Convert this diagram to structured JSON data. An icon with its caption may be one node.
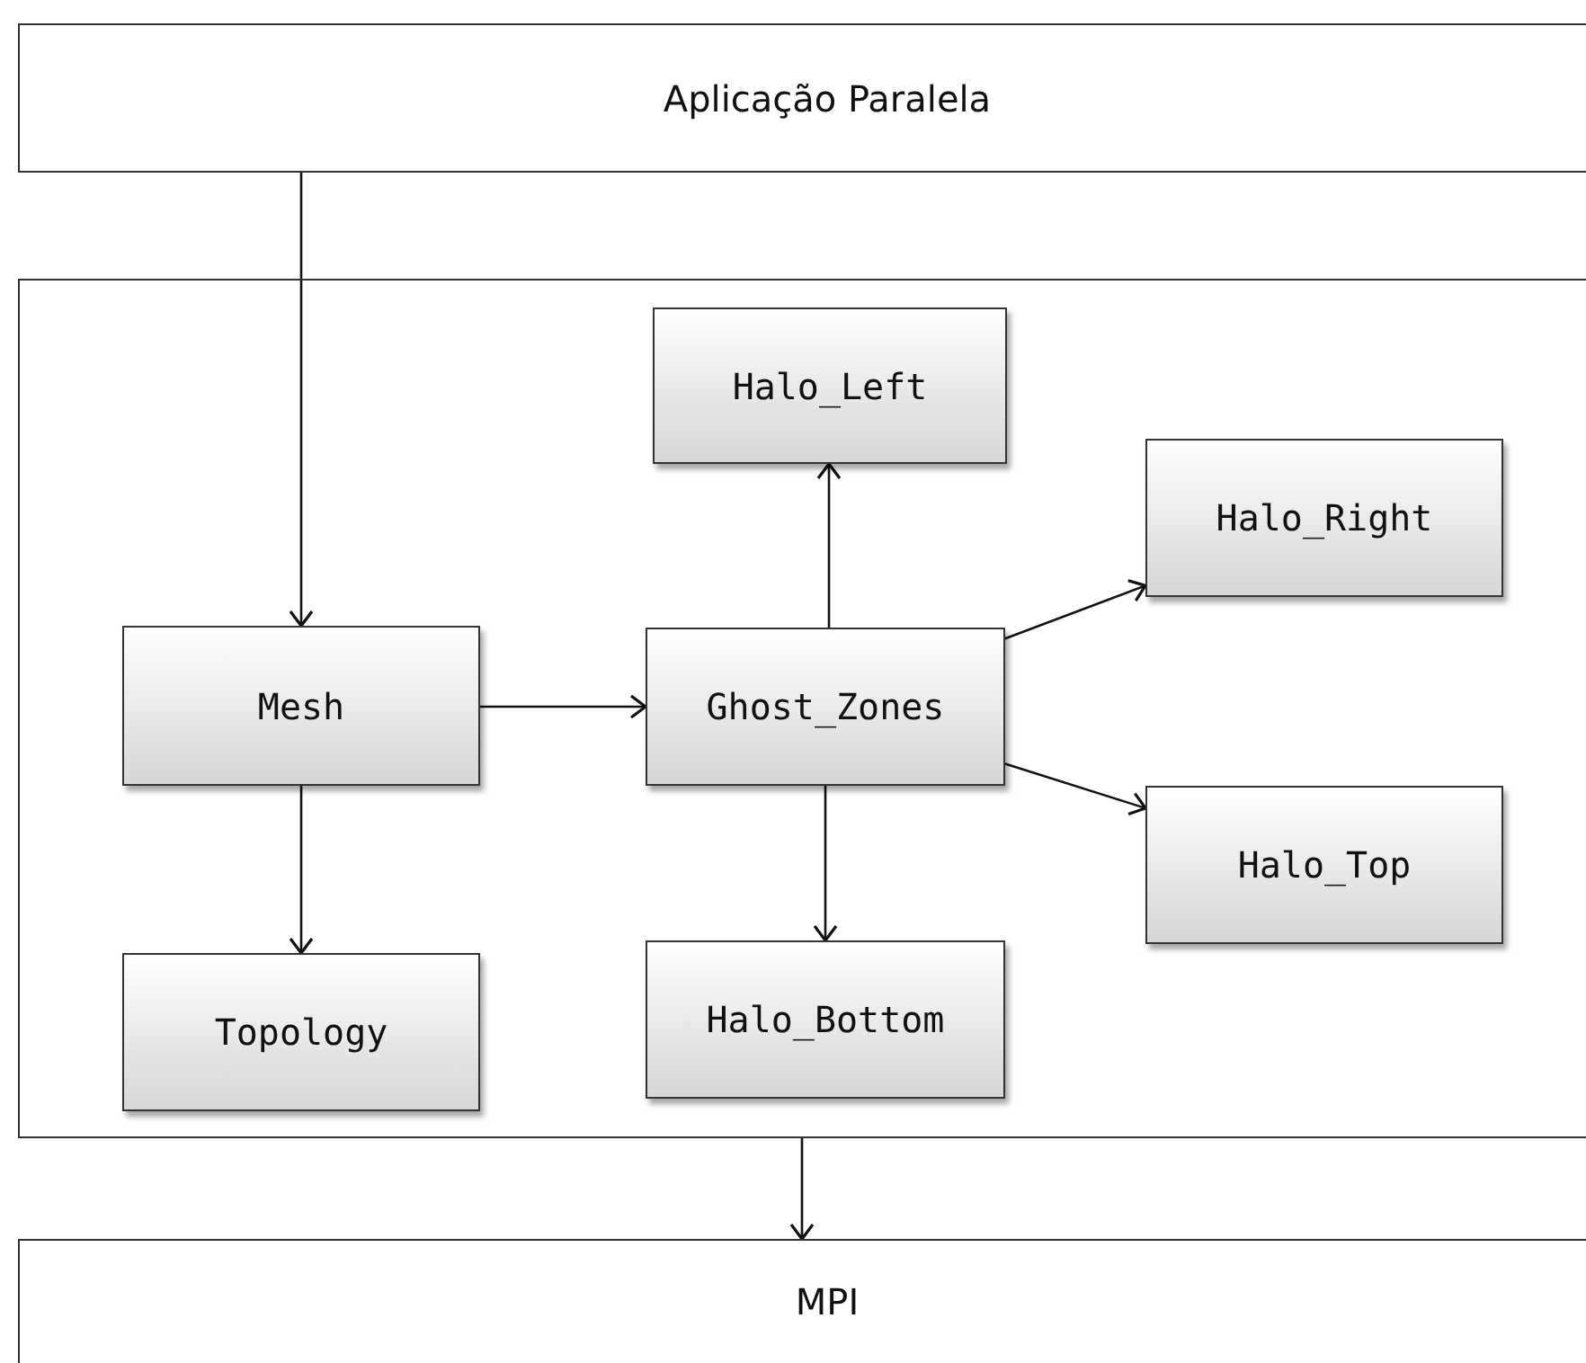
{
  "diagram": {
    "nodes": [
      {
        "text": [
          "Aplicação Paralela"
        ]
      },
      {
        "text": [],
        "shape": "box"
      },
      {
        "text": [
          "Halo_Left"
        ],
        "in": 1
      },
      {
        "text": [
          "Halo_Right"
        ],
        "in": 1
      },
      {
        "text": [
          "Mesh"
        ],
        "in": 1
      },
      {
        "text": [
          "Ghost_Zones"
        ],
        "in": 1
      },
      {
        "text": [
          "Halo_Top"
        ],
        "in": 1
      },
      {
        "text": [
          "Topology"
        ],
        "in": 1
      },
      {
        "text": [
          "Halo_Bottom"
        ],
        "in": 1
      },
      {
        "text": [
          "MPI"
        ]
      }
    ],
    "edges": [
      {
        "from": 0,
        "to": 4,
        "arrow": "to"
      },
      {
        "from": 4,
        "to": 5,
        "arrow": "to"
      },
      {
        "from": 4,
        "to": 7,
        "arrow": "to"
      },
      {
        "from": 5,
        "to": 2,
        "arrow": "to"
      },
      {
        "from": 5,
        "to": 3,
        "arrow": "to"
      },
      {
        "from": 5,
        "to": 6,
        "arrow": "to"
      },
      {
        "from": 5,
        "to": 8,
        "arrow": "to"
      },
      {
        "from": 1,
        "to": 9,
        "arrow": "to"
      }
    ]
  }
}
